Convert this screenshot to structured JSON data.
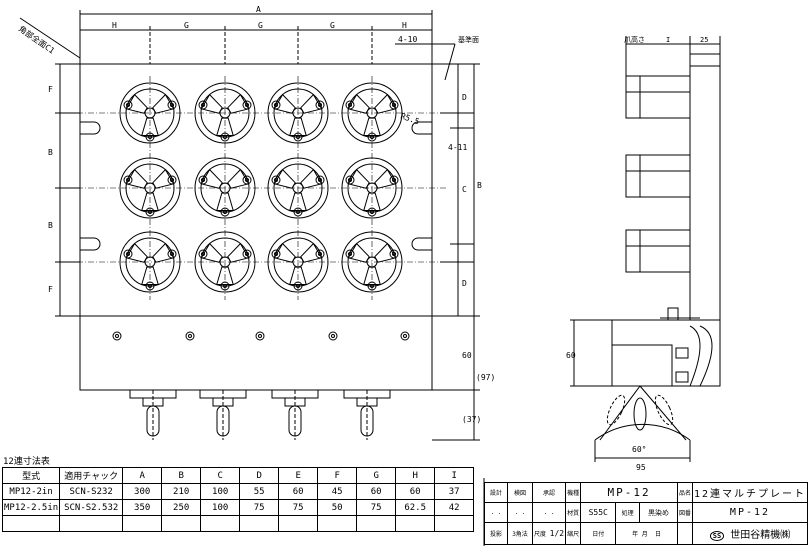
{
  "drawing": {
    "corner_note": "角部全面C1",
    "dim_top_total": "A",
    "dim_top_segments": [
      "H",
      "G",
      "G",
      "G",
      "H"
    ],
    "dim_4_10": "4-10",
    "datum_label": "基準面",
    "dim_left": [
      "F",
      "B",
      "B",
      "F"
    ],
    "dim_right": [
      "D",
      "C",
      "B",
      "D"
    ],
    "dim_r55": "R5.5",
    "dim_4_11": "4-11",
    "dim_60": "60",
    "dim_97": "(97)",
    "dim_37": "(37)",
    "side_top_labels": [
      "爪高さ",
      "I",
      "25"
    ],
    "side_dim_60": "60",
    "side_angle": "60°",
    "side_width": "95"
  },
  "table": {
    "title": "12連寸法表",
    "headers": [
      "型式",
      "適用チャック",
      "A",
      "B",
      "C",
      "D",
      "E",
      "F",
      "G",
      "H",
      "I"
    ],
    "rows": [
      [
        "MP12-2in",
        "SCN-S232",
        "300",
        "210",
        "100",
        "55",
        "60",
        "45",
        "60",
        "60",
        "37"
      ],
      [
        "MP12-2.5in",
        "SCN-S2.532",
        "350",
        "250",
        "100",
        "75",
        "75",
        "50",
        "75",
        "62.5",
        "42"
      ]
    ]
  },
  "title_block": {
    "design": "設計",
    "check": "検図",
    "approve": "承認",
    "model_label": "機種",
    "model": "MP-12",
    "name_label": "品名",
    "name": "12連マルチプレート",
    "material_label": "材質",
    "material": "S55C",
    "treatment_label": "処理",
    "treatment": "黒染め",
    "drawing_no_label": "図番",
    "drawing_no": "MP-12",
    "dots": ". .",
    "projection_label": "投影",
    "projection": "3角法",
    "scale_label": "尺度",
    "scale": "1/2",
    "sheet_label": "縮尺",
    "date_label": "日付",
    "year": "年",
    "month": "月",
    "day": "日",
    "company": "世田谷精機㈱",
    "logo_text": "SS"
  }
}
